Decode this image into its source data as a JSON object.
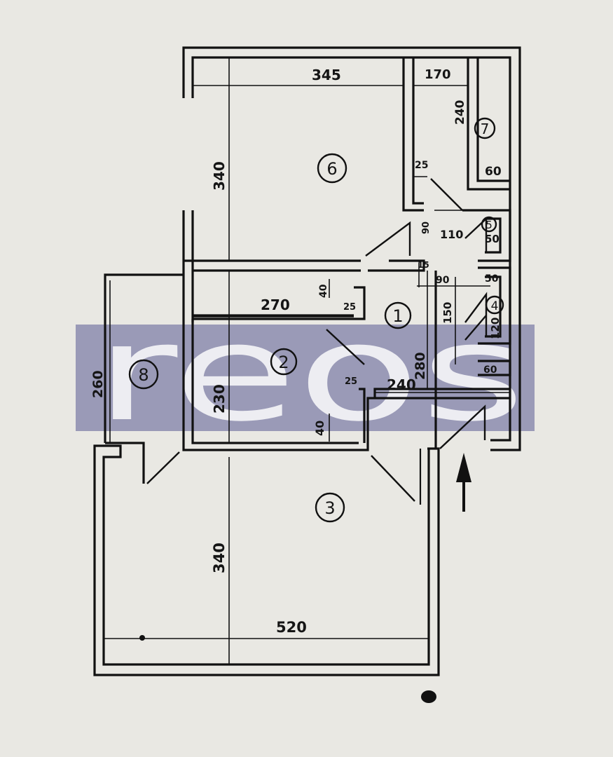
{
  "watermark": {
    "text": "reos"
  },
  "rooms": [
    {
      "number": "1"
    },
    {
      "number": "2"
    },
    {
      "number": "3"
    },
    {
      "number": "4"
    },
    {
      "number": "5"
    },
    {
      "number": "6"
    },
    {
      "number": "7"
    },
    {
      "number": "8"
    }
  ],
  "dimensions": {
    "d345": "345",
    "d170": "170",
    "d240_top": "240",
    "d340_top": "340",
    "d25_a": "25",
    "d60_a": "60",
    "d90_a": "90",
    "d110": "110",
    "d50_a": "50",
    "d15": "15",
    "d90_b": "90",
    "d50_b": "50",
    "d40_a": "40",
    "d270": "270",
    "d25_b": "25",
    "d150": "150",
    "d120": "120",
    "d280": "280",
    "d260": "260",
    "d230": "230",
    "d25_c": "25",
    "d240": "240",
    "d60_b": "60",
    "d40_b": "40",
    "d340_bottom": "340",
    "d520": "520"
  }
}
